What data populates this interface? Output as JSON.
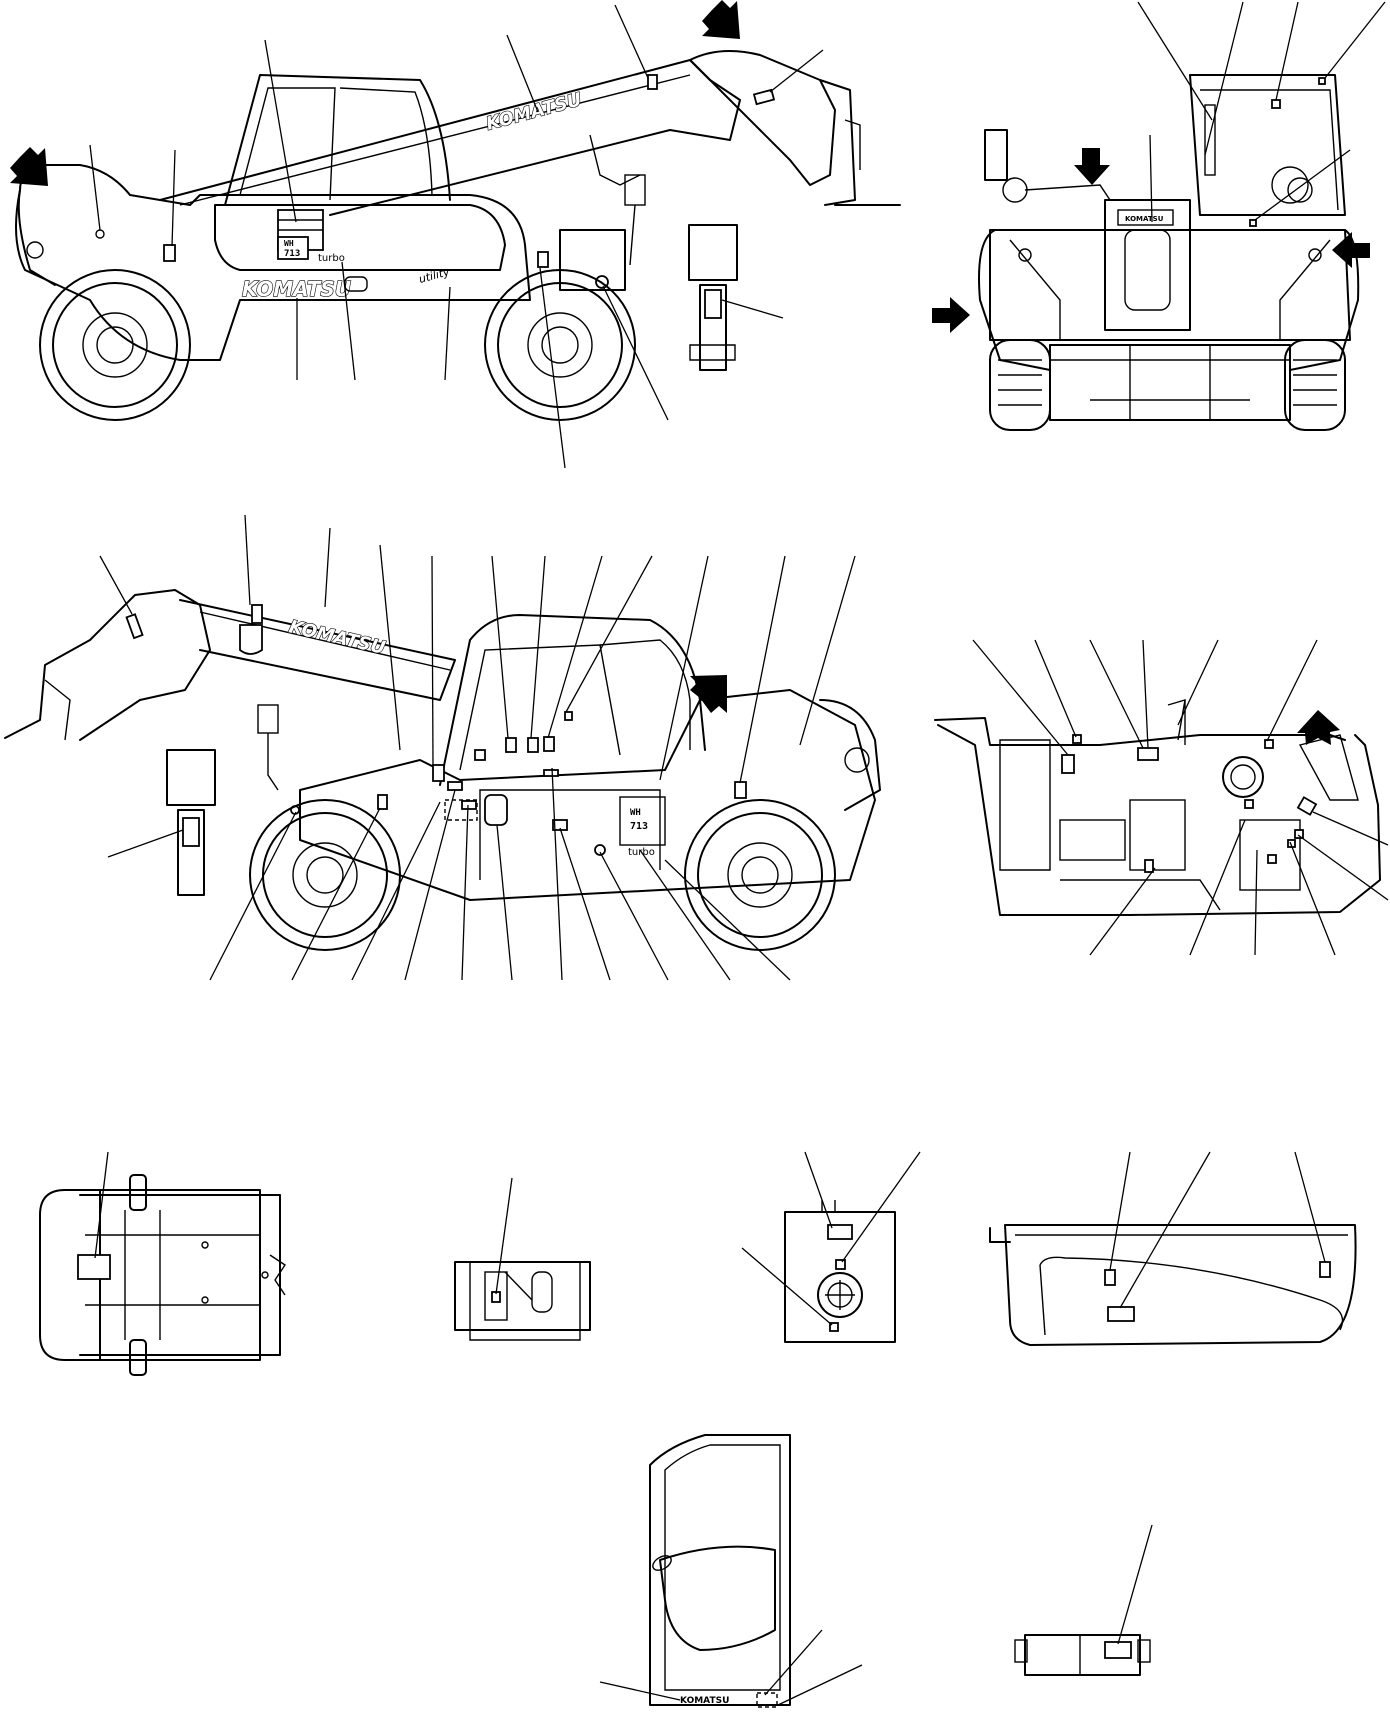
{
  "labels": {
    "brand": "KOMATSU",
    "brand_small": "KOMATSU",
    "model_line1": "WH",
    "model_line2": "713",
    "turbo": "turbo",
    "utility": "utility"
  },
  "icons": {
    "arrow": "locator-arrow-icon",
    "decal": "decal-rectangle-icon"
  }
}
